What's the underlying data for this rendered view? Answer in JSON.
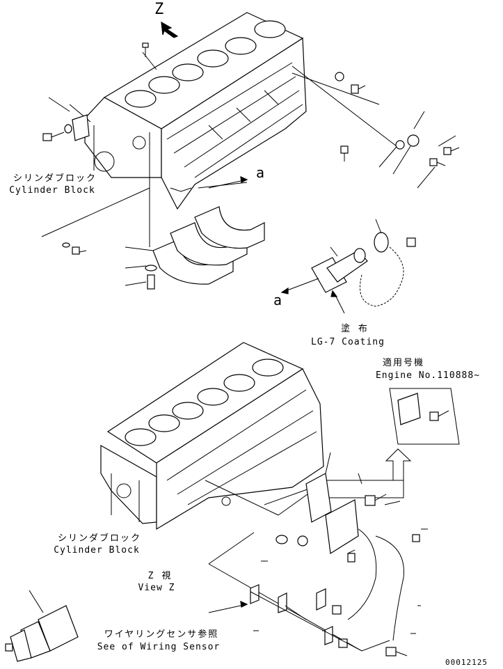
{
  "view_marker": "Z",
  "ref_marker_top": "a",
  "ref_marker_bottom": "a",
  "upper_block_label_jp": "シリンダブロック",
  "upper_block_label_en": "Cylinder Block",
  "coating_label_jp": "塗 布",
  "coating_label_en": "LG-7 Coating",
  "applicable_label_jp": "適用号機",
  "applicable_label_en": "Engine No.110888~",
  "lower_block_label_jp": "シリンダブロック",
  "lower_block_label_en": "Cylinder Block",
  "view_z_label_jp": "Z 視",
  "view_z_label_en": "View Z",
  "wiring_label_jp": "ワイヤリングセンサ参照",
  "wiring_label_en": "See of Wiring Sensor",
  "drawing_number": "00012125"
}
